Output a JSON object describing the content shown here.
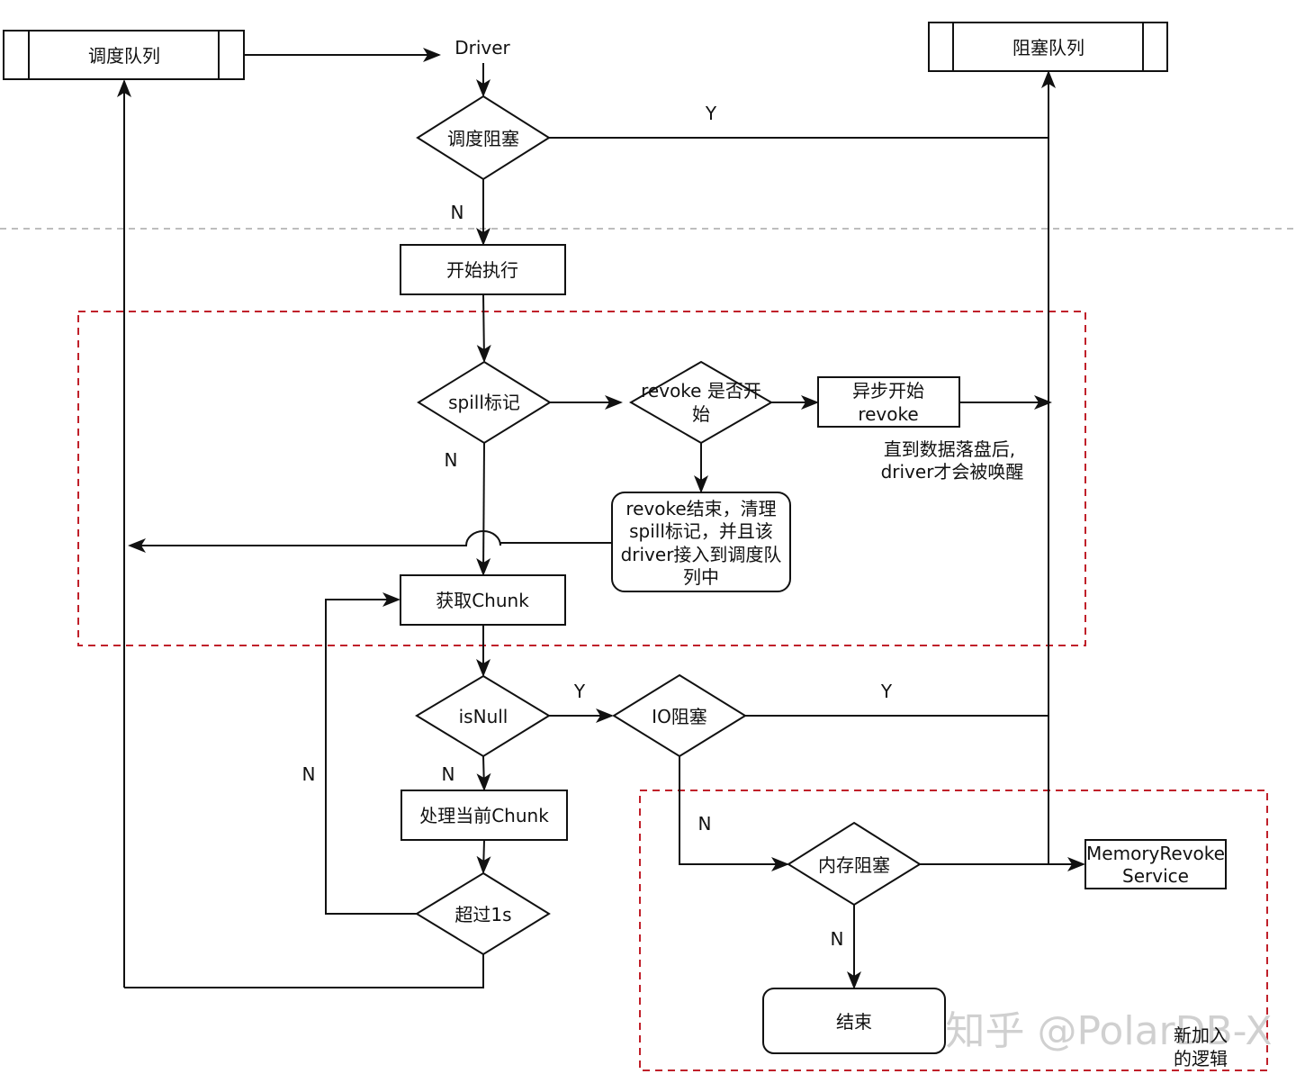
{
  "nodes": {
    "schedule_queue": "调度队列",
    "driver": "Driver",
    "blocked_queue": "阻塞队列",
    "schedule_block": "调度阻塞",
    "start_exec": "开始执行",
    "spill_mark": "spill标记",
    "revoke_started": [
      "revoke 是否开",
      "始"
    ],
    "async_revoke": [
      "异步开始",
      "revoke"
    ],
    "revoke_note": [
      "直到数据落盘后,",
      "driver才会被唤醒"
    ],
    "revoke_done": [
      "revoke结束，清理",
      "spill标记，并且该",
      "driver接入到调度队",
      "列中"
    ],
    "get_chunk": "获取Chunk",
    "is_null": "isNull",
    "io_block": "IO阻塞",
    "process_chunk": "处理当前Chunk",
    "over_1s": "超过1s",
    "memory_block": "内存阻塞",
    "memory_revoke_service": [
      "MemoryRevoke",
      "Service"
    ],
    "end": "结束",
    "new_logic_note": [
      "新加入",
      "的逻辑"
    ]
  },
  "edge_labels": {
    "schedule_block_yes": "Y",
    "schedule_block_no": "N",
    "spill_mark_no": "N",
    "is_null_yes": "Y",
    "is_null_no": "N",
    "io_block_yes": "Y",
    "io_block_no": "N",
    "over_1s_no": "N",
    "memory_block_no": "N"
  },
  "watermark": "知乎 @PolarDB-X",
  "colors": {
    "line": "#111111",
    "highlight_box": "#c0202a",
    "separator": "#bdbdbd"
  }
}
